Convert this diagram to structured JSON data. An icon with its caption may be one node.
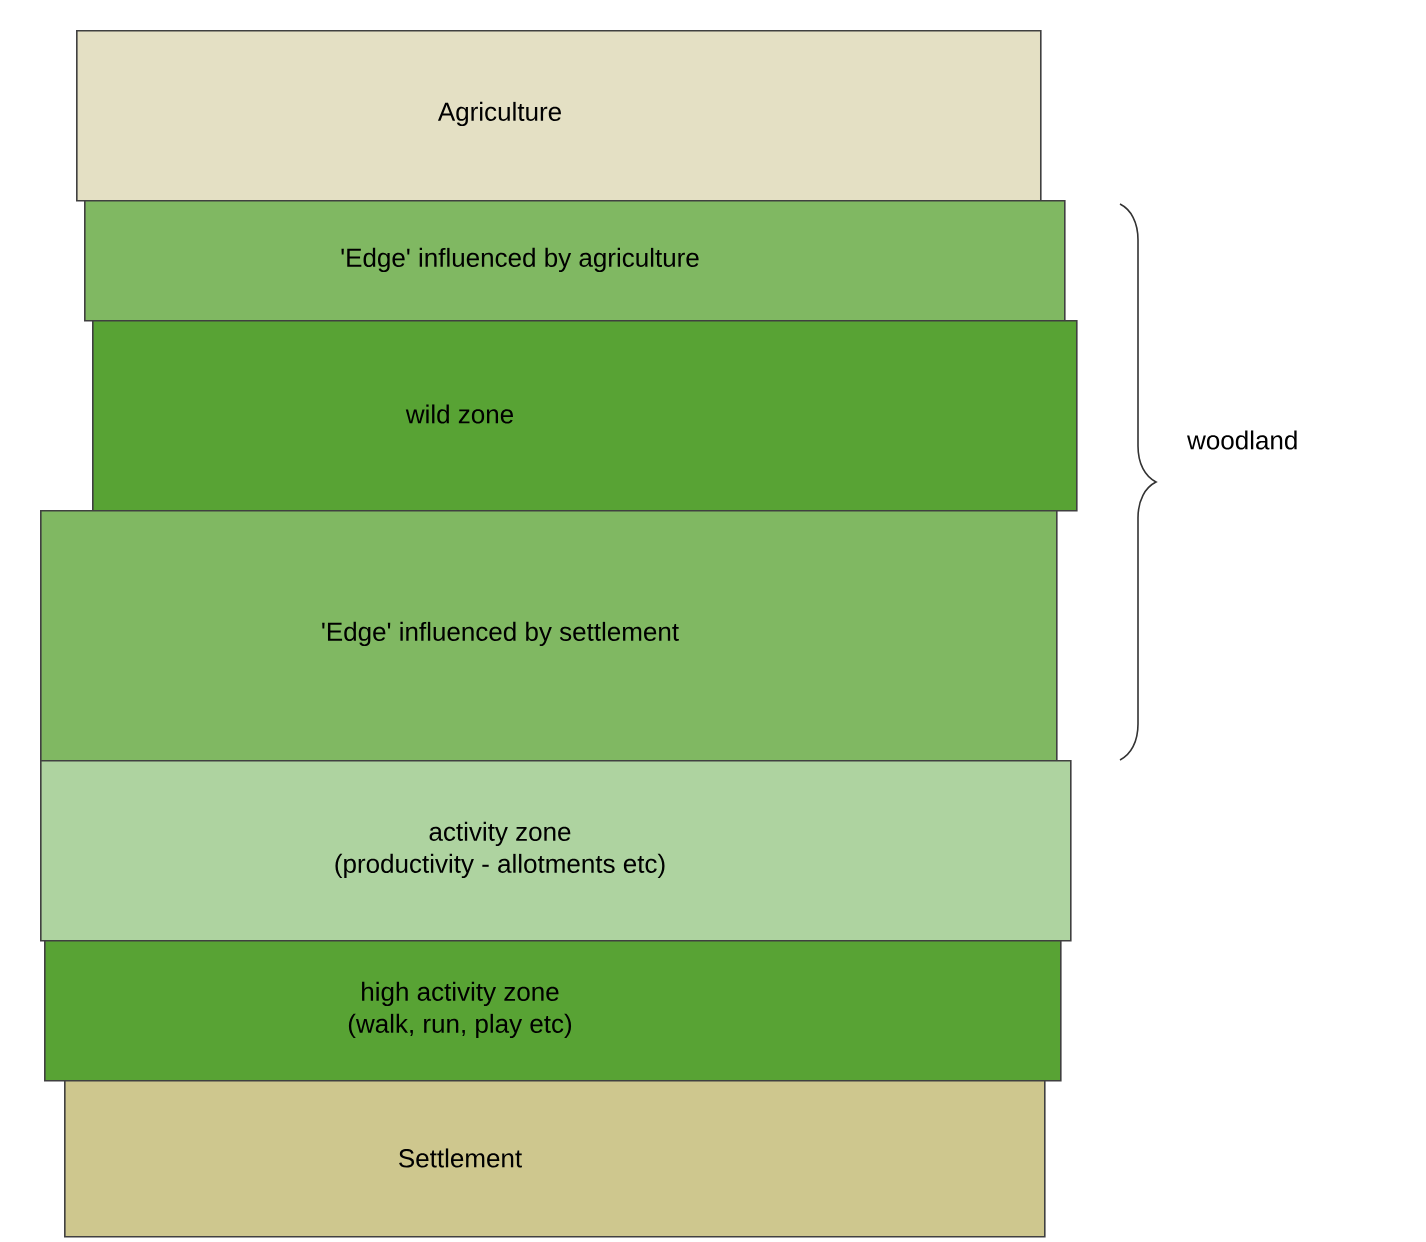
{
  "diagram": {
    "nodes": [
      {
        "text": [
          "Agriculture"
        ]
      },
      {
        "text": [
          "'Edge' influenced by agriculture"
        ]
      },
      {
        "text": [
          "wild zone"
        ]
      },
      {
        "text": [
          "'Edge' influenced by settlement"
        ]
      },
      {
        "text": [
          "activity zone",
          "(productivity - allotments etc)"
        ]
      },
      {
        "text": [
          "high activity zone",
          "(walk, run, play etc)"
        ]
      },
      {
        "text": [
          "Settlement"
        ]
      }
    ],
    "labels": [
      "woodland"
    ]
  }
}
